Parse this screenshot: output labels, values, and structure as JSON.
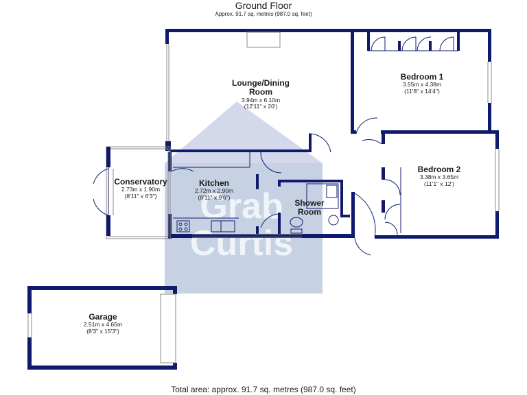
{
  "header": {
    "title": "Ground Floor",
    "subtitle": "Approx. 91.7 sq. metres (987.0 sq. feet)"
  },
  "footer": {
    "total_area": "Total area: approx. 91.7 sq. metres (987.0 sq. feet)"
  },
  "watermark": {
    "line1": "Grab",
    "line2": "Curtis"
  },
  "rooms": {
    "lounge": {
      "name": "Lounge/Dining Room",
      "metric": "3.94m x 6.10m",
      "imperial": "(12'11\" x 20')"
    },
    "bedroom1": {
      "name": "Bedroom 1",
      "metric": "3.55m x 4.38m",
      "imperial": "(11'8\" x 14'4\")"
    },
    "bedroom2": {
      "name": "Bedroom 2",
      "metric": "3.38m x 3.65m",
      "imperial": "(11'1\" x 12')"
    },
    "conservatory": {
      "name": "Conservatory",
      "metric": "2.73m x 1.90m",
      "imperial": "(8'11\" x 6'3\")"
    },
    "kitchen": {
      "name": "Kitchen",
      "metric": "2.72m x 2.90m",
      "imperial": "(8'11\" x 9'6\")"
    },
    "shower": {
      "name": "Shower Room"
    },
    "garage": {
      "name": "Garage",
      "metric": "2.51m x 4.65m",
      "imperial": "(8'3\" x 15'3\")"
    }
  },
  "colors": {
    "wall": "#101a6c",
    "watermark_blue": "#5a6fae",
    "watermark_green": "#cfe9df"
  }
}
